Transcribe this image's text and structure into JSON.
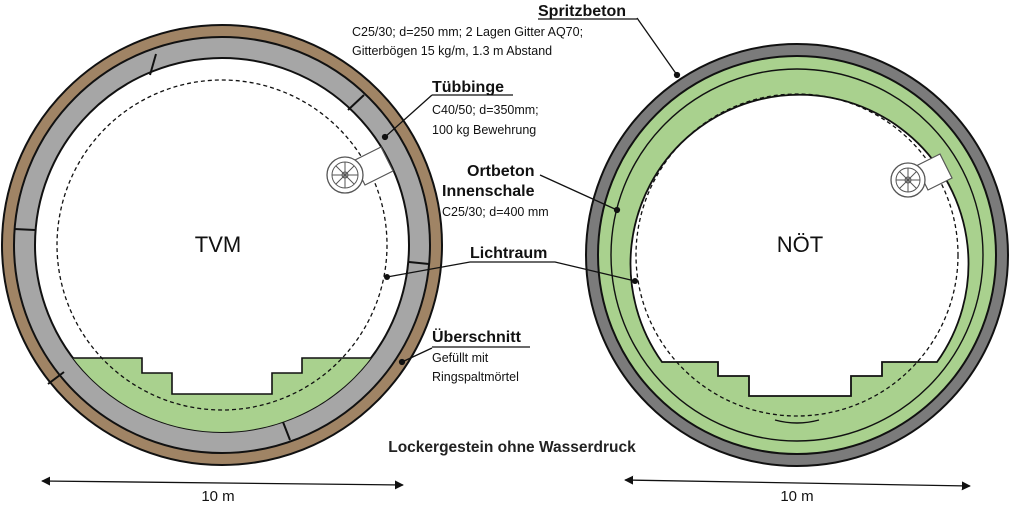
{
  "colors": {
    "tuebbing_grey": "#a6a6a6",
    "ueberschnitt_brown": "#a08465",
    "spritzbeton_dark": "#7b7b7b",
    "ortbeton_green": "#a9d18e",
    "outline": "#111111"
  },
  "tunnels": {
    "tvm": {
      "label": "TVM"
    },
    "noet": {
      "label": "NÖT"
    }
  },
  "labels": {
    "spritzbeton": {
      "title": "Spritzbeton",
      "line1": "C25/30; d=250 mm; 2 Lagen Gitter AQ70;",
      "line2": "Gitterbögen 15 kg/m, 1.3 m Abstand"
    },
    "tuebbinge": {
      "title": "Tübbinge",
      "line1": "C40/50; d=350mm;",
      "line2": "100 kg Bewehrung"
    },
    "ortbeton": {
      "title1": "Ortbeton",
      "title2": "Innenschale",
      "line1": "C25/30; d=400 mm"
    },
    "lichtraum": {
      "title": "Lichtraum"
    },
    "ueberschnitt": {
      "title": "Überschnitt",
      "line1": "Gefüllt mit",
      "line2": "Ringspaltmörtel"
    }
  },
  "footer": {
    "condition": "Lockergestein ohne Wasserdruck"
  },
  "dimensions": {
    "left": "10 m",
    "right": "10 m"
  }
}
